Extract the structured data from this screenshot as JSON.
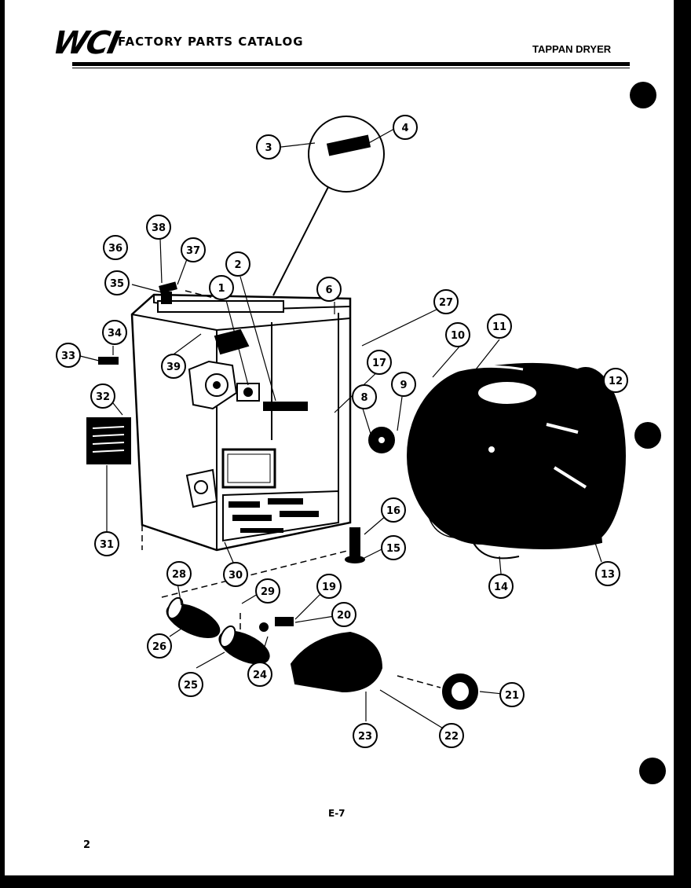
{
  "header": {
    "logo": "WCI",
    "title": "FACTORY PARTS CATALOG",
    "product": "TAPPAN DRYER"
  },
  "footer": {
    "page_code": "E-7",
    "page_number": "2"
  },
  "callouts": {
    "c1": "1",
    "c2": "2",
    "c3": "3",
    "c4": "4",
    "c6": "6",
    "c8": "8",
    "c9": "9",
    "c10": "10",
    "c11": "11",
    "c12": "12",
    "c13": "13",
    "c14": "14",
    "c15": "15",
    "c16": "16",
    "c17": "17",
    "c19": "19",
    "c20": "20",
    "c21": "21",
    "c22": "22",
    "c23": "23",
    "c24": "24",
    "c25": "25",
    "c26": "26",
    "c27": "27",
    "c28": "28",
    "c29": "29",
    "c30": "30",
    "c31": "31",
    "c32": "32",
    "c33": "33",
    "c34": "34",
    "c35": "35",
    "c36": "36",
    "c37": "37",
    "c38": "38",
    "c39": "39"
  },
  "colors": {
    "ink": "#000000",
    "paper": "#ffffff"
  }
}
